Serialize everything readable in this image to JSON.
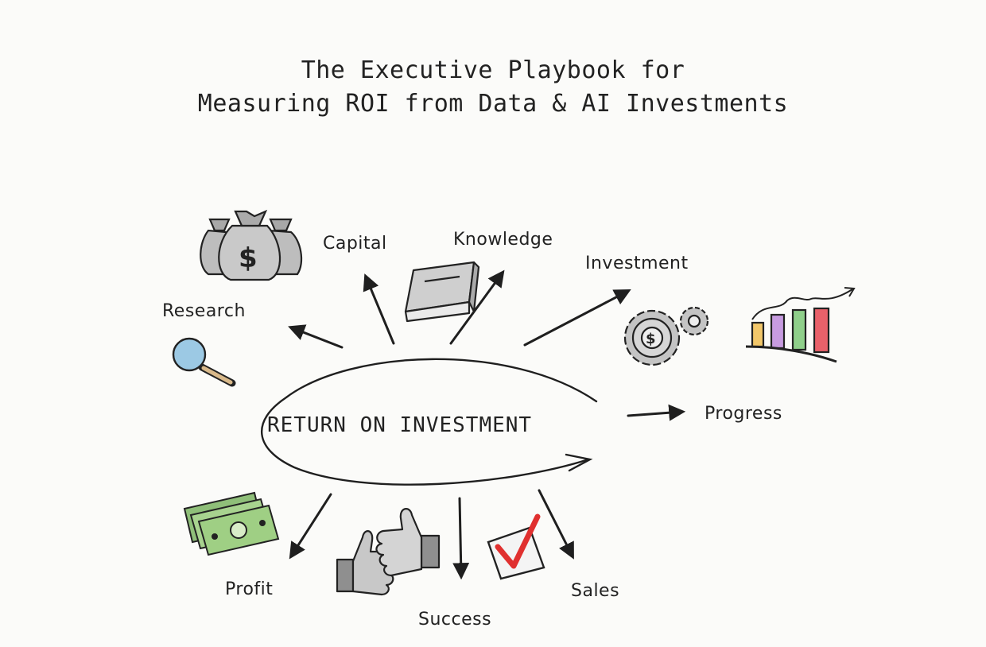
{
  "title": {
    "line1": "The Executive Playbook for",
    "line2": "Measuring ROI from Data & AI Investments"
  },
  "center": {
    "label": "RETURN ON INVESTMENT"
  },
  "branches": [
    {
      "id": "research",
      "label": "Research",
      "icon": "magnifier-icon"
    },
    {
      "id": "capital",
      "label": "Capital",
      "icon": "money-bags-icon"
    },
    {
      "id": "knowledge",
      "label": "Knowledge",
      "icon": "book-icon"
    },
    {
      "id": "investment",
      "label": "Investment",
      "icon": "dollar-gears-icon"
    },
    {
      "id": "progress",
      "label": "Progress",
      "icon": "growth-chart-icon"
    },
    {
      "id": "profit",
      "label": "Profit",
      "icon": "banknotes-icon"
    },
    {
      "id": "success",
      "label": "Success",
      "icon": "thumbs-up-icon"
    },
    {
      "id": "sales",
      "label": "Sales",
      "icon": "checkbox-icon"
    }
  ],
  "colors": {
    "background": "#fbfbf9",
    "ink": "#1f1f1f",
    "icon_gray": "#b8b8b8",
    "check_red": "#e0302f",
    "bill_green": "#9fcf84",
    "magnifier_blue": "#9cc9e4",
    "bar_colors": [
      "#f2c76a",
      "#c79be0",
      "#8fcf8a",
      "#e9616a"
    ]
  }
}
